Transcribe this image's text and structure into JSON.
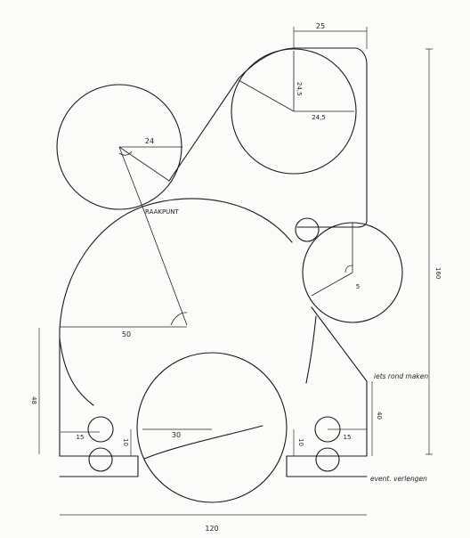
{
  "drawing": {
    "dimensions": {
      "top_width": "25",
      "circle_top_v": "24,5",
      "circle_top_h": "24,5",
      "left_circle_radius": "24",
      "big_radius": "50",
      "right_circle_radius": "5",
      "bottom_circle_radius": "30",
      "left_height": "48",
      "bottom_left_width": "15",
      "bottom_left_small": "10",
      "bottom_right_width": "15",
      "bottom_right_small": "10",
      "right_height": "40",
      "overall_height": "160",
      "overall_width": "120"
    },
    "labels": {
      "raakpunt": "RAAKPUNT",
      "round_note": "iets rond maken",
      "extend_note": "event. verlengen"
    }
  }
}
